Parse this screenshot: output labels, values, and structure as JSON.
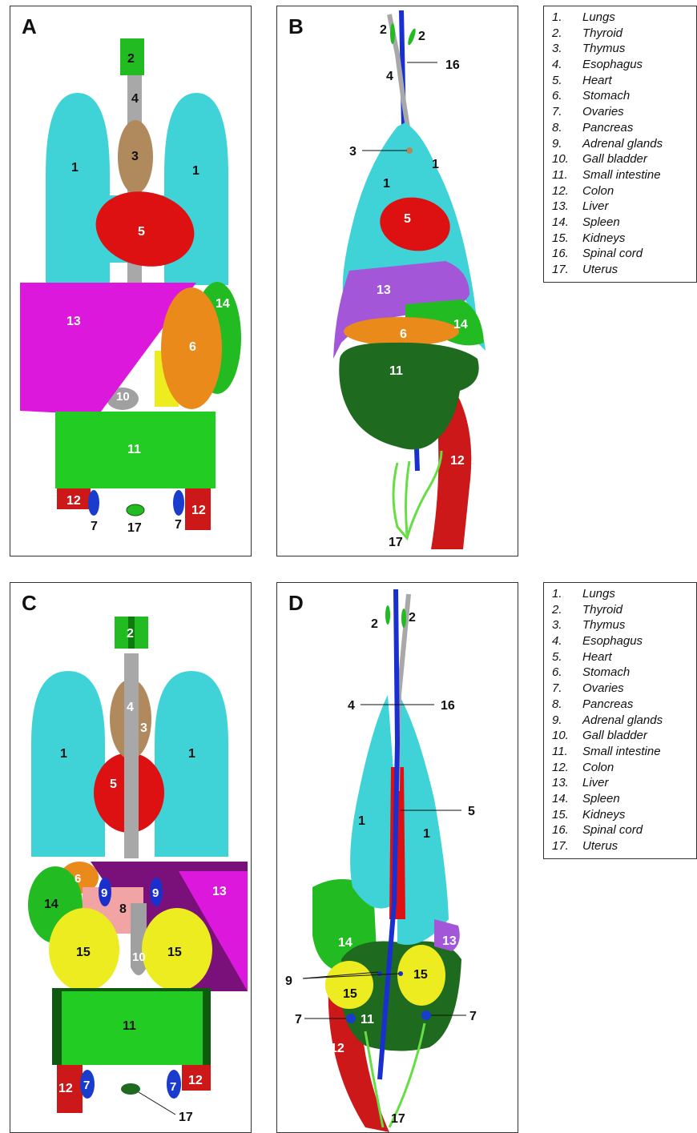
{
  "panels": {
    "a": {
      "letter": "A"
    },
    "b": {
      "letter": "B"
    },
    "c": {
      "letter": "C"
    },
    "d": {
      "letter": "D"
    }
  },
  "legend_top": [
    {
      "num": "1.",
      "label": "Lungs"
    },
    {
      "num": "2.",
      "label": "Thyroid"
    },
    {
      "num": "3.",
      "label": "Thymus"
    },
    {
      "num": "4.",
      "label": "Esophagus"
    },
    {
      "num": "5.",
      "label": "Heart"
    },
    {
      "num": "6.",
      "label": "Stomach"
    },
    {
      "num": "7.",
      "label": "Ovaries"
    },
    {
      "num": "8.",
      "label": "Pancreas"
    },
    {
      "num": "9.",
      "label": "Adrenal glands"
    },
    {
      "num": "10.",
      "label": "Gall bladder"
    },
    {
      "num": "11.",
      "label": "Small intestine"
    },
    {
      "num": "12.",
      "label": "Colon"
    },
    {
      "num": "13.",
      "label": "Liver"
    },
    {
      "num": "14.",
      "label": "Spleen"
    },
    {
      "num": "15.",
      "label": "Kidneys"
    },
    {
      "num": "16.",
      "label": "Spinal cord"
    },
    {
      "num": "17.",
      "label": "Uterus"
    }
  ],
  "legend_bottom": [
    {
      "num": "1.",
      "label": "Lungs"
    },
    {
      "num": "2.",
      "label": "Thyroid"
    },
    {
      "num": "3.",
      "label": "Thymus"
    },
    {
      "num": "4.",
      "label": "Esophagus"
    },
    {
      "num": "5.",
      "label": "Heart"
    },
    {
      "num": "6.",
      "label": "Stomach"
    },
    {
      "num": "7.",
      "label": "Ovaries"
    },
    {
      "num": "8.",
      "label": "Pancreas"
    },
    {
      "num": "9.",
      "label": "Adrenal glands"
    },
    {
      "num": "10.",
      "label": "Gall bladder"
    },
    {
      "num": "11.",
      "label": "Small intestine"
    },
    {
      "num": "12.",
      "label": "Colon"
    },
    {
      "num": "13.",
      "label": "Liver"
    },
    {
      "num": "14.",
      "label": "Spleen"
    },
    {
      "num": "15.",
      "label": "Kidneys"
    },
    {
      "num": "16.",
      "label": "Spinal cord"
    },
    {
      "num": "17.",
      "label": "Uterus"
    }
  ],
  "labels": {
    "n1": "1",
    "n2": "2",
    "n3": "3",
    "n4": "4",
    "n5": "5",
    "n6": "6",
    "n7": "7",
    "n8": "8",
    "n9": "9",
    "n10": "10",
    "n11": "11",
    "n12": "12",
    "n13": "13",
    "n14": "14",
    "n15": "15",
    "n16": "16",
    "n17": "17"
  },
  "colors": {
    "lungs": "#3fd3d8",
    "thyroid": "#22bb22",
    "thymus": "#b08a5c",
    "esophagus": "#a8a8a8",
    "heart": "#dd1111",
    "stomach": "#e98a1a",
    "ovaries": "#1a3ccc",
    "pancreas": "#f2a3a3",
    "adrenal": "#1a2fcc",
    "gallbladder": "#a0a0a0",
    "small_intestine": "#22cc22",
    "colon": "#cc1818",
    "liver_a": "#dd18dd",
    "liver_c": "#7a107a",
    "spleen": "#22bb22",
    "kidneys": "#ecec20",
    "spinal_cord": "#1a2fd0",
    "uterus": "#66dd44",
    "liver_b": "#a456d8",
    "intestine_b": "#1e6a1e"
  }
}
